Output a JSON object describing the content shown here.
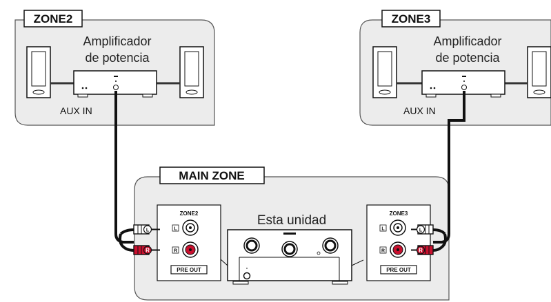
{
  "zone2": {
    "title": "ZONE2",
    "amp_line1": "Amplificador",
    "amp_line2": "de potencia",
    "aux_in": "AUX IN"
  },
  "zone3": {
    "title": "ZONE3",
    "amp_line1": "Amplificador",
    "amp_line2": "de potencia",
    "aux_in": "AUX IN"
  },
  "main_zone": {
    "title": "MAIN ZONE",
    "unit_label": "Esta unidad",
    "left_panel": {
      "title": "ZONE2",
      "left": "L",
      "right": "R",
      "pre_out": "PRE OUT"
    },
    "right_panel": {
      "title": "ZONE3",
      "left": "L",
      "right": "R",
      "pre_out": "PRE OUT"
    },
    "cable_plug_left": "L",
    "cable_plug_right": "R"
  },
  "colors": {
    "zone_fill": "#ececec",
    "red": "#c8102e",
    "cable": "#111111"
  }
}
